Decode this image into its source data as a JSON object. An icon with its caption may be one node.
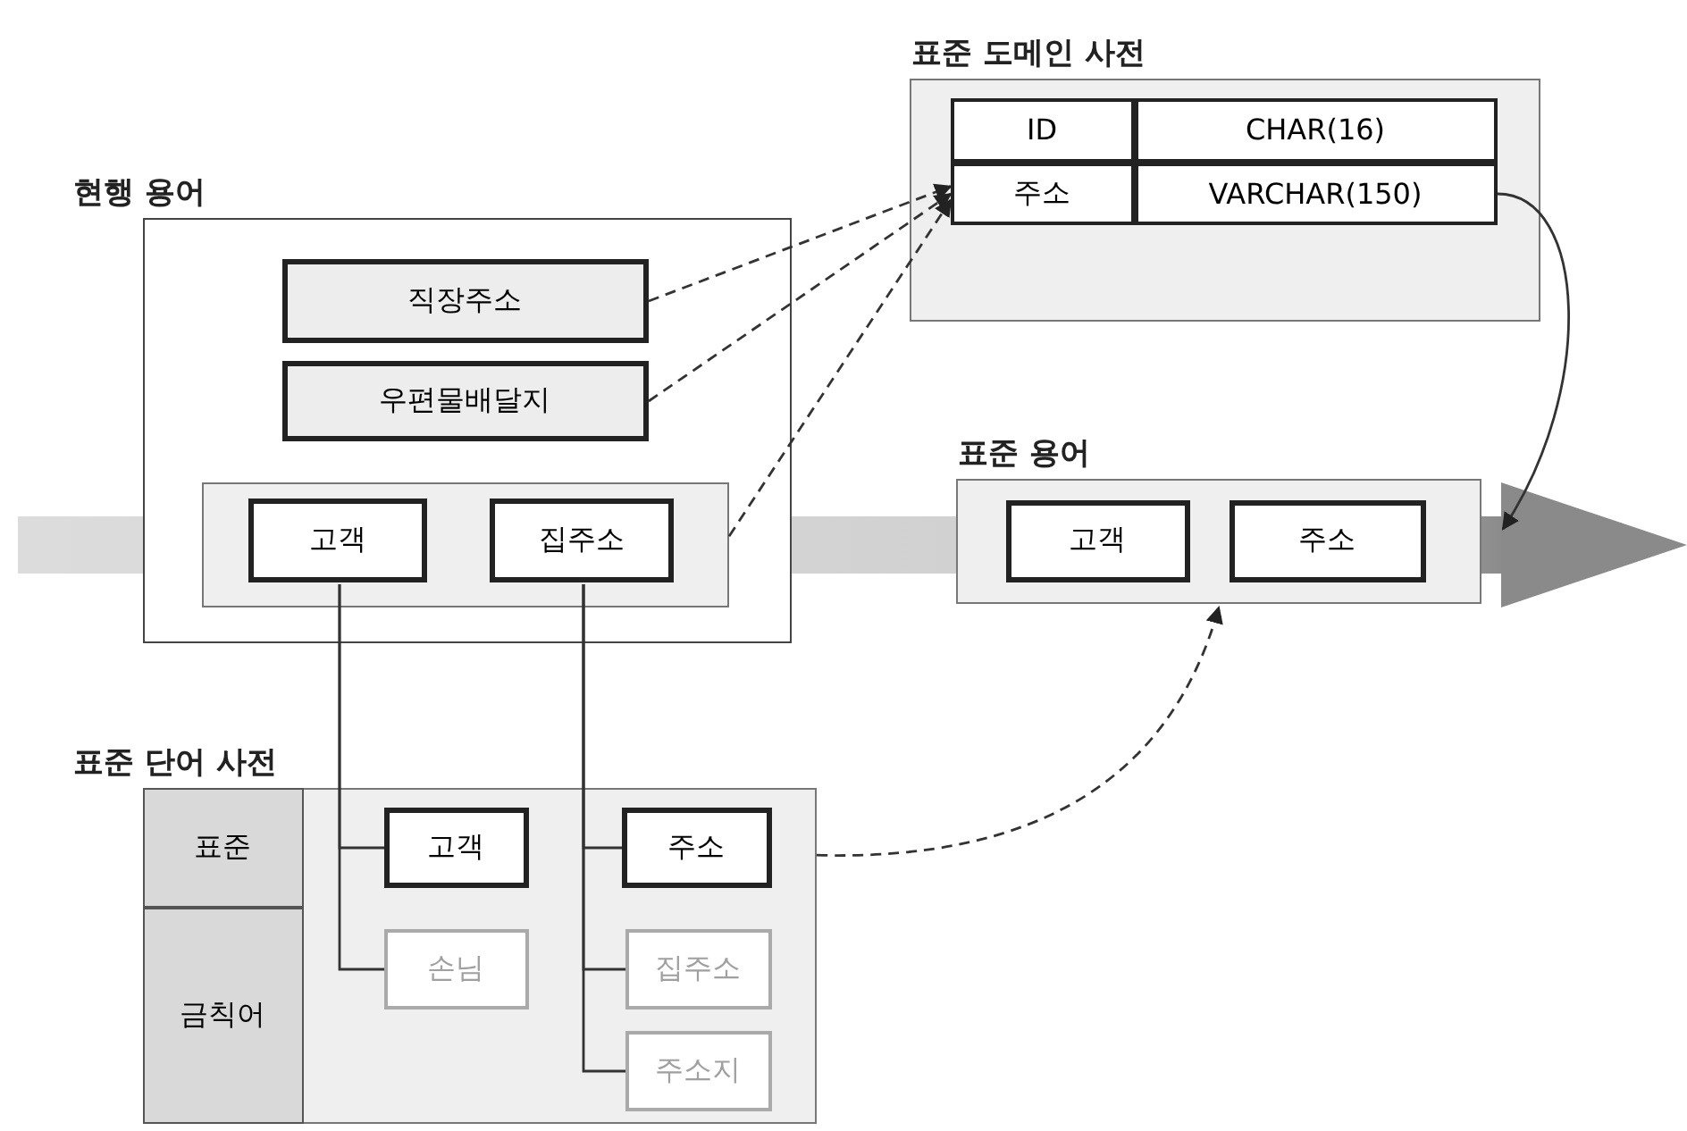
{
  "diagram": {
    "nodes": [
      {
        "text": [
          "현행 용어"
        ]
      },
      {
        "text": [
          "직장주소"
        ],
        "in": 0
      },
      {
        "text": [
          "우편물배달지"
        ],
        "in": 0
      },
      {
        "text": [],
        "shape": "box",
        "in": 0
      },
      {
        "text": [
          "고객"
        ],
        "in": 3
      },
      {
        "text": [
          "집주소"
        ],
        "in": 3
      },
      {
        "text": [
          "표준 도메인 사전"
        ]
      },
      {
        "text": [
          "ID"
        ],
        "in": 6
      },
      {
        "text": [
          "CHAR(16)"
        ],
        "in": 6
      },
      {
        "text": [
          "주소"
        ],
        "in": 6
      },
      {
        "text": [
          "VARCHAR(150)"
        ],
        "in": 6
      },
      {
        "text": [
          "표준 용어"
        ]
      },
      {
        "text": [
          "고객"
        ],
        "in": 11
      },
      {
        "text": [
          "주소"
        ],
        "in": 11
      },
      {
        "text": [
          "표준 단어 사전"
        ]
      },
      {
        "text": [
          "표준"
        ],
        "in": 14
      },
      {
        "text": [
          "금칙어"
        ],
        "in": 14
      },
      {
        "text": [
          "고객"
        ],
        "in": 14
      },
      {
        "text": [
          "주소"
        ],
        "in": 14
      },
      {
        "text": [
          "손님"
        ],
        "in": 14
      },
      {
        "text": [
          "집주소"
        ],
        "in": 14
      },
      {
        "text": [
          "주소지"
        ],
        "in": 14
      }
    ],
    "edges": [
      {
        "from": 1,
        "to": 9,
        "arrow": "to",
        "style": "dashed"
      },
      {
        "from": 2,
        "to": 9,
        "arrow": "to",
        "style": "dashed"
      },
      {
        "from": 3,
        "to": 9,
        "arrow": "to",
        "style": "dashed"
      },
      {
        "from": 10,
        "to": 11,
        "arrow": "to"
      },
      {
        "from": 14,
        "to": 11,
        "arrow": "to",
        "style": "dashed"
      },
      {
        "from": 4,
        "to": 17,
        "arrow": "none"
      },
      {
        "from": 4,
        "to": 19,
        "arrow": "none"
      },
      {
        "from": 5,
        "to": 18,
        "arrow": "none"
      },
      {
        "from": 5,
        "to": 20,
        "arrow": "none"
      },
      {
        "from": 5,
        "to": 21,
        "arrow": "none"
      }
    ]
  }
}
